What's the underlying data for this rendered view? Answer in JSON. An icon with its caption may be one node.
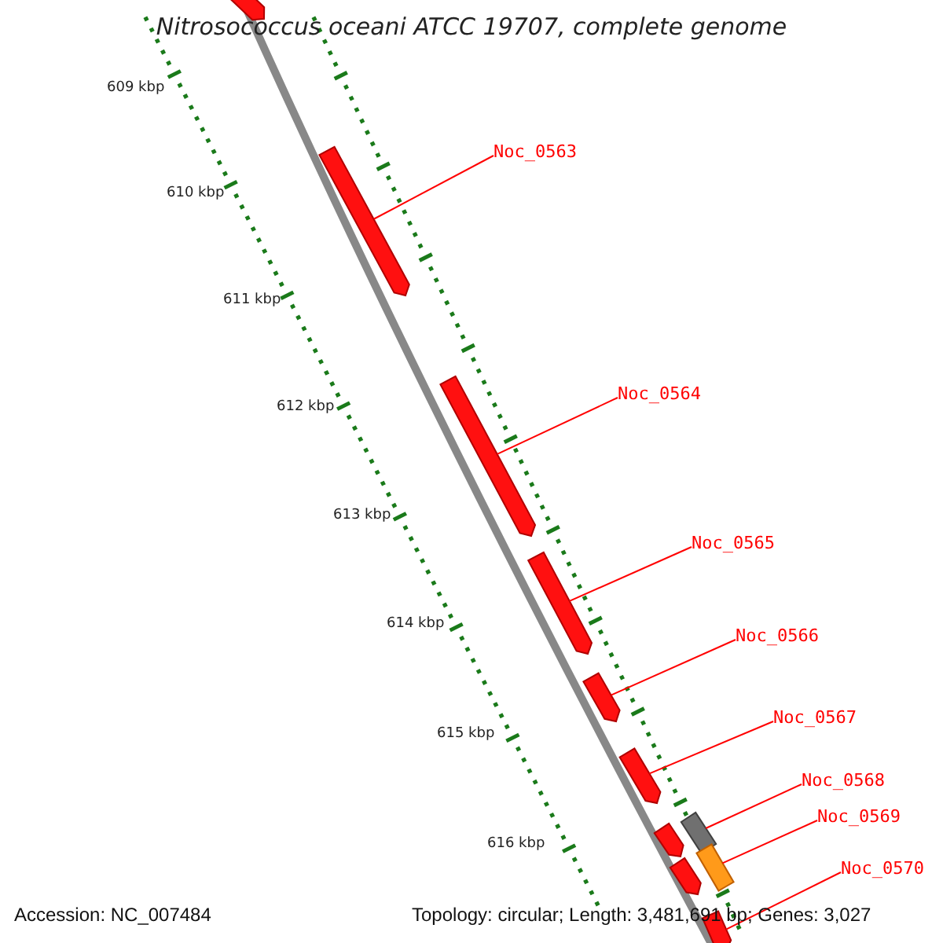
{
  "diagram": {
    "title": "Nitrosococcus oceani ATCC 19707, complete genome",
    "nodes": [
      {
        "text": [
          "Noc_0563"
        ]
      },
      {
        "text": [
          "Noc_0564"
        ]
      },
      {
        "text": [
          "Noc_0565"
        ]
      },
      {
        "text": [
          "Noc_0566"
        ]
      },
      {
        "text": [
          "Noc_0567"
        ]
      },
      {
        "text": [
          "Noc_0568"
        ]
      },
      {
        "text": [
          "Noc_0569"
        ]
      },
      {
        "text": [
          "Noc_0570"
        ]
      },
      {
        "text": [],
        "shape": "arrow"
      },
      {
        "text": [],
        "shape": "arrow"
      },
      {
        "text": [],
        "shape": "arrow"
      },
      {
        "text": [],
        "shape": "arrow"
      },
      {
        "text": [],
        "shape": "arrow"
      },
      {
        "text": [],
        "shape": "arrow"
      },
      {
        "text": [],
        "shape": "arrow"
      },
      {
        "text": [],
        "shape": "arrow"
      },
      {
        "text": [],
        "shape": "arrow"
      },
      {
        "text": [],
        "shape": "arrow"
      },
      {
        "text": [],
        "shape": "arrow"
      }
    ],
    "edges": [
      {
        "from": 0,
        "to": 8,
        "arrow": "none"
      },
      {
        "from": 1,
        "to": 9,
        "arrow": "none"
      },
      {
        "from": 2,
        "to": 10,
        "arrow": "none"
      },
      {
        "from": 3,
        "to": 11,
        "arrow": "none"
      },
      {
        "from": 4,
        "to": 12,
        "arrow": "none"
      },
      {
        "from": 5,
        "to": 13,
        "arrow": "none"
      },
      {
        "from": 6,
        "to": 14,
        "arrow": "none"
      },
      {
        "from": 7,
        "to": 15,
        "arrow": "none"
      }
    ],
    "labels": [
      "609 kbp",
      "610 kbp",
      "611 kbp",
      "612 kbp",
      "613 kbp",
      "614 kbp",
      "615 kbp",
      "616 kbp",
      "Accession: NC_007484",
      "Topology: circular; Length: 3,481,691 bp; Genes: 3,027"
    ]
  }
}
